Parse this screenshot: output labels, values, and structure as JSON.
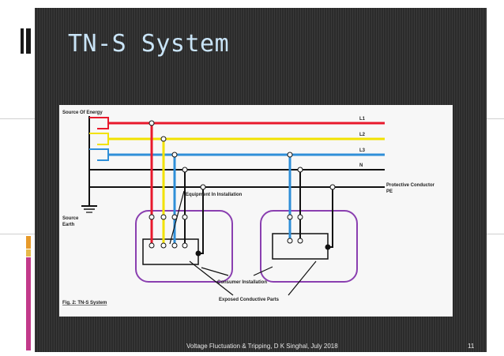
{
  "slide": {
    "title": "TN-S System",
    "footer": "Voltage Fluctuation & Tripping, D K Singhal, July 2018",
    "page_number": "11"
  },
  "figure": {
    "source_label": "Source Of Energy",
    "lines": {
      "l1": "L1",
      "l2": "L2",
      "l3": "L3",
      "n": "N",
      "pe_line1": "Protective Conductor",
      "pe_line2": "PE"
    },
    "source_earth_line1": "Source",
    "source_earth_line2": "Earth",
    "equipment_label": "Equipment In Installation",
    "consumer_label": "Consumer Installation",
    "exposed_label": "Exposed Conductive Parts",
    "caption": "Fig. 2: TN-S System",
    "colors": {
      "l1": "#e8192c",
      "l2": "#f2e200",
      "l3": "#2f8fd8",
      "n": "#111111",
      "pe": "#111111",
      "installation_box": "#8a3fb0"
    }
  }
}
